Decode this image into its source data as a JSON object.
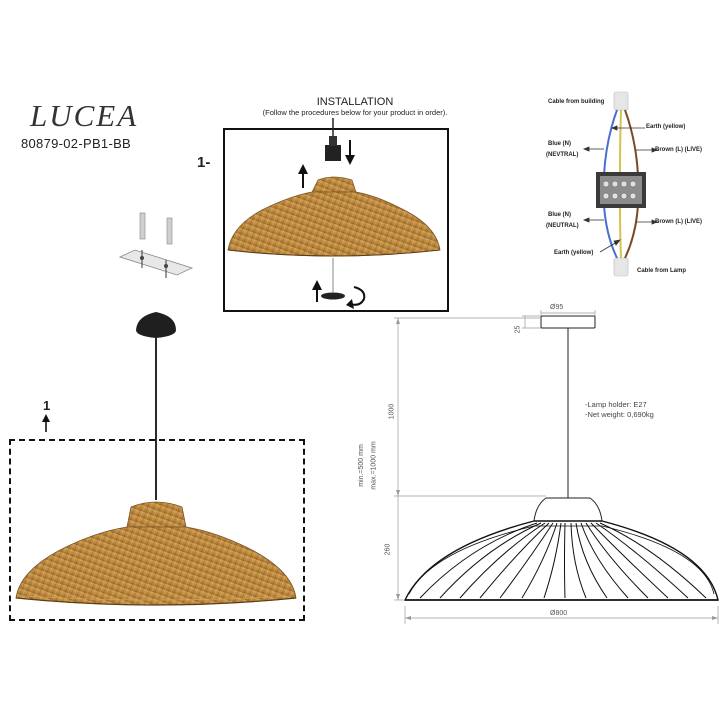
{
  "product": {
    "name": "LUCEA",
    "code": "80879-02-PB1-BB"
  },
  "installation": {
    "title": "INSTALLATION",
    "subtitle": "(Follow the procedures below for your product in order).",
    "step_label": "1-"
  },
  "detail": {
    "label": "1"
  },
  "wiring": {
    "cable_top": "Cable from building",
    "earth_top": "Earth (yellow)",
    "blue_top_1": "Blue (N)",
    "blue_top_2": "(NEVTRAL)",
    "brown_top": "Brown (L) (LIVE)",
    "blue_bottom_1": "Blue (N)",
    "blue_bottom_2": "(NEUTRAL)",
    "brown_bottom": "Brown (L) (LIVE)",
    "earth_bottom": "Earth (yellow)",
    "cable_bottom": "Cable from Lamp"
  },
  "dimensions": {
    "canopy_diameter": "Ø95",
    "canopy_height": "25",
    "cable_length": "1000",
    "range_min": "min.=500 mm",
    "range_max": "max.=1000 mm",
    "shade_height": "260",
    "shade_diameter": "Ø800"
  },
  "specs": {
    "lamp_holder": "-Lamp holder: E27",
    "net_weight": "-Net weight: 0,690kg"
  },
  "colors": {
    "rattan": "#b9853d",
    "rattan_dark": "#7a5322",
    "rattan_light": "#d9aa5c",
    "black": "#222222",
    "dim_line": "#9a9a9a",
    "wire_blue": "#4a6fd0",
    "wire_brown": "#7a4a22",
    "wire_yellow": "#d6c24a"
  }
}
